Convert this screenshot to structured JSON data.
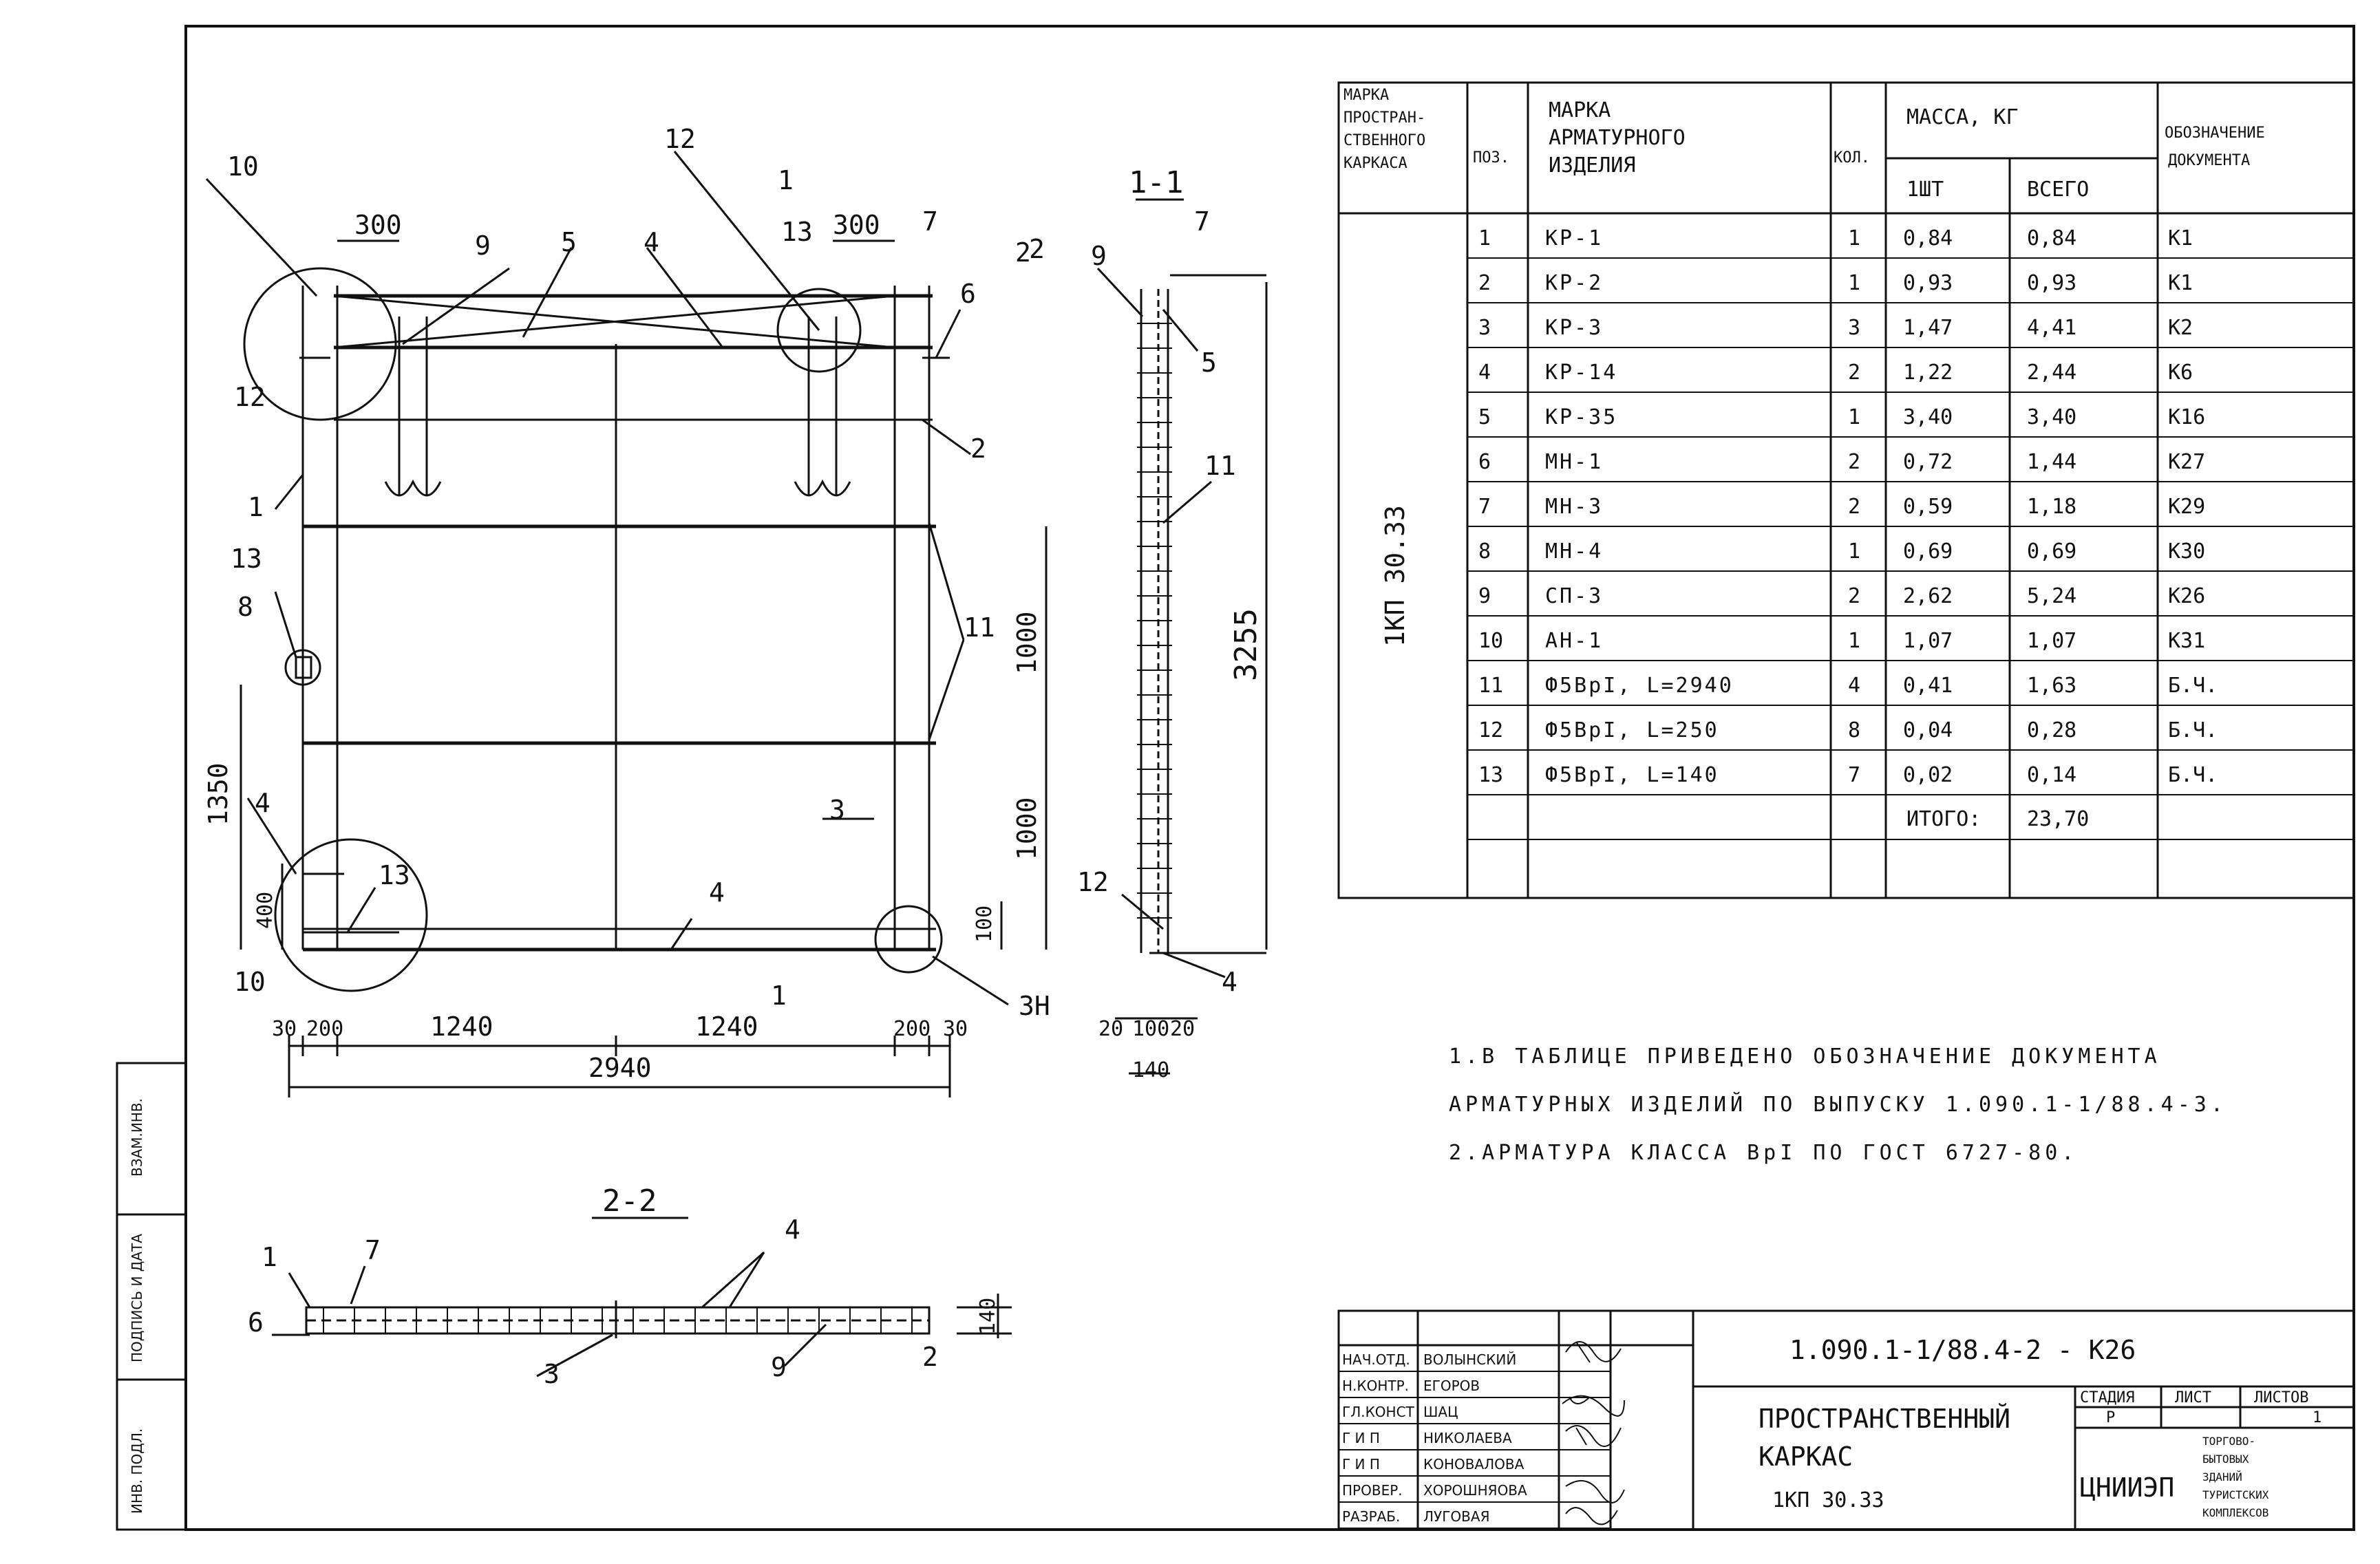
{
  "table": {
    "headers": {
      "col1": [
        "МАРКА",
        "ПРОСТРАН-",
        "СТВЕННОГО",
        "КАРКАСА"
      ],
      "pos": "ПОЗ.",
      "col3": [
        "МАРКА",
        "АРМАТУРНОГО",
        "ИЗДЕЛИЯ"
      ],
      "qty": "КОЛ.",
      "mass": "МАССА, КГ",
      "mass_one": "1ШТ",
      "mass_total": "ВСЕГО",
      "doc": [
        "ОБОЗНАЧЕНИЕ",
        "ДОКУМЕНТА"
      ]
    },
    "frame_mark": "1КП 30.33",
    "rows": [
      {
        "pos": "1",
        "mark": "КР-1",
        "qty": "1",
        "one": "0,84",
        "total": "0,84",
        "doc": "К1"
      },
      {
        "pos": "2",
        "mark": "КР-2",
        "qty": "1",
        "one": "0,93",
        "total": "0,93",
        "doc": "К1"
      },
      {
        "pos": "3",
        "mark": "КР-3",
        "qty": "3",
        "one": "1,47",
        "total": "4,41",
        "doc": "К2"
      },
      {
        "pos": "4",
        "mark": "КР-14",
        "qty": "2",
        "one": "1,22",
        "total": "2,44",
        "doc": "К6"
      },
      {
        "pos": "5",
        "mark": "КР-35",
        "qty": "1",
        "one": "3,40",
        "total": "3,40",
        "doc": "К16"
      },
      {
        "pos": "6",
        "mark": "МН-1",
        "qty": "2",
        "one": "0,72",
        "total": "1,44",
        "doc": "К27"
      },
      {
        "pos": "7",
        "mark": "МН-3",
        "qty": "2",
        "one": "0,59",
        "total": "1,18",
        "doc": "К29"
      },
      {
        "pos": "8",
        "mark": "МН-4",
        "qty": "1",
        "one": "0,69",
        "total": "0,69",
        "doc": "К30"
      },
      {
        "pos": "9",
        "mark": "СП-3",
        "qty": "2",
        "one": "2,62",
        "total": "5,24",
        "doc": "К26"
      },
      {
        "pos": "10",
        "mark": "АН-1",
        "qty": "1",
        "one": "1,07",
        "total": "1,07",
        "doc": "К31"
      },
      {
        "pos": "11",
        "mark": "Ф5ВрI, L=2940",
        "qty": "4",
        "one": "0,41",
        "total": "1,63",
        "doc": "Б.Ч."
      },
      {
        "pos": "12",
        "mark": "Ф5ВрI, L=250",
        "qty": "8",
        "one": "0,04",
        "total": "0,28",
        "doc": "Б.Ч."
      },
      {
        "pos": "13",
        "mark": "Ф5ВрI, L=140",
        "qty": "7",
        "one": "0,02",
        "total": "0,14",
        "doc": "Б.Ч."
      }
    ],
    "total_label": "ИТОГО:",
    "total_value": "23,70"
  },
  "notes": {
    "line1": "1.В ТАБЛИЦЕ ПРИВЕДЕНО ОБОЗНАЧЕНИЕ ДОКУМЕНТА",
    "line2": "АРМАТУРНЫХ ИЗДЕЛИЙ ПО ВЫПУСКУ 1.090.1-1/88.4-3.",
    "line3": "2.АРМАТУРА КЛАССА ВрI ПО ГОСТ 6727-80."
  },
  "drawing": {
    "main_labels": [
      "10",
      "12",
      "1",
      "2",
      "300",
      "9",
      "5",
      "4",
      "13",
      "300",
      "7",
      "2",
      "6",
      "12",
      "2",
      "1",
      "13",
      "8",
      "11",
      "3",
      "4",
      "13",
      "10",
      "4",
      "3Н",
      "1"
    ],
    "dims": {
      "d1350": "1350",
      "d400": "400",
      "d1000a": "1000",
      "d1000b": "1000",
      "d100": "100",
      "d30a": "30",
      "d200a": "200",
      "d1240a": "1240",
      "d1240b": "1240",
      "d200b": "200",
      "d30b": "30",
      "d2940": "2940",
      "d3255": "3255",
      "d20a": "20",
      "d100b": "100",
      "d20b": "20",
      "d140": "140",
      "d140b": "140"
    },
    "section_11_title": "1-1",
    "section_22_title": "2-2",
    "section_11_labels": [
      "7",
      "9",
      "5",
      "11",
      "12",
      "4"
    ],
    "section_22_labels": [
      "1",
      "7",
      "4",
      "6",
      "3",
      "9",
      "2"
    ]
  },
  "side_strip": {
    "vzam": "ВЗАМ.ИНВ.",
    "podpis": "ПОДПИСЬ И ДАТА",
    "inv": "ИНВ. ПОДЛ."
  },
  "title_block": {
    "doc_code": "1.090.1-1/88.4-2 - К26",
    "roles": [
      {
        "role": "НАЧ.ОТД.",
        "name": "ВОЛЫНСКИЙ"
      },
      {
        "role": "Н.КОНТР.",
        "name": "ЕГОРОВ"
      },
      {
        "role": "ГЛ.КОНСТ",
        "name": "ШАЦ"
      },
      {
        "role": "Г И П",
        "name": "НИКОЛАЕВА"
      },
      {
        "role": "Г И П",
        "name": "КОНОВАЛОВА"
      },
      {
        "role": "ПРОВЕР.",
        "name": "ХОРОШНЯОВА"
      },
      {
        "role": "РАЗРАБ.",
        "name": "ЛУГОВАЯ"
      }
    ],
    "title_line1": "ПРОСТРАНСТВЕННЫЙ",
    "title_line2": "КАРКАС",
    "title_line3": "1КП 30.33",
    "stage_label": "СТАДИЯ",
    "sheet_label": "ЛИСТ",
    "sheets_label": "ЛИСТОВ",
    "stage": "Р",
    "sheets": "1",
    "org": "ЦНИИЭП",
    "org_desc": [
      "ТОРГОВО-",
      "БЫТОВЫХ",
      "ЗДАНИЙ",
      "ТУРИСТСКИХ",
      "КОМПЛЕКСОВ"
    ]
  }
}
